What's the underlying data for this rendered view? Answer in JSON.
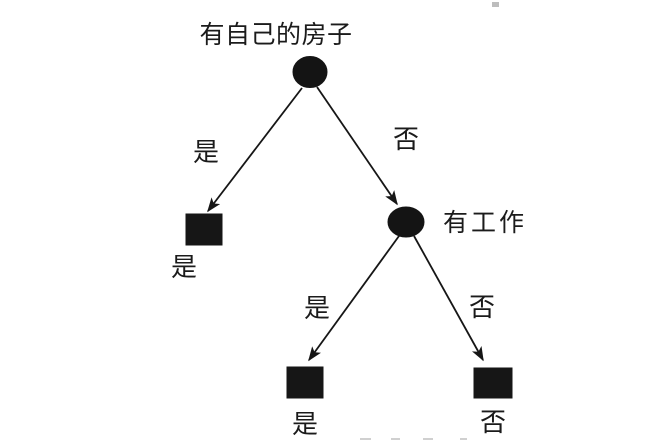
{
  "figure": {
    "background_color": "#ffffff",
    "ink_color": "#161616",
    "tree": {
      "root": {
        "label": "有自己的房子",
        "shape": "circle"
      },
      "internal": {
        "label": "有工作",
        "shape": "circle"
      },
      "edges": [
        {
          "from": "root",
          "to": "leaf-1",
          "label": "是"
        },
        {
          "from": "root",
          "to": "internal",
          "label": "否"
        },
        {
          "from": "internal",
          "to": "leaf-2",
          "label": "是"
        },
        {
          "from": "internal",
          "to": "leaf-3",
          "label": "否"
        }
      ],
      "leaves": [
        {
          "label": "是",
          "shape": "square"
        },
        {
          "label": "是",
          "shape": "square"
        },
        {
          "label": "否",
          "shape": "square"
        }
      ]
    }
  }
}
